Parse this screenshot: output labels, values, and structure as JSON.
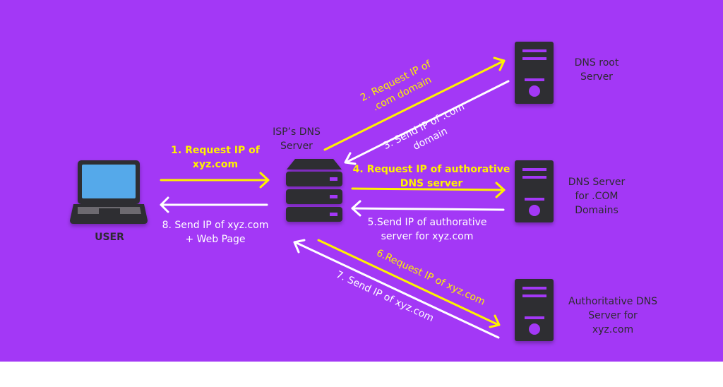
{
  "diagram": {
    "title": "DNS resolution flow",
    "colors": {
      "background": "#a338f6",
      "icon": "#2f2d31",
      "request_arrow": "#fff200",
      "response_arrow": "#ffffff",
      "screen": "#55a9ea"
    },
    "nodes": {
      "user": {
        "label": "USER",
        "icon": "laptop-icon"
      },
      "isp": {
        "label_line1": "ISP’s DNS",
        "label_line2": "Server",
        "icon": "server-rack-icon"
      },
      "root": {
        "label_line1": "DNS root",
        "label_line2": "Server",
        "icon": "server-tower-icon"
      },
      "com": {
        "label_line1": "DNS Server",
        "label_line2": "for .COM",
        "label_line3": "Domains",
        "icon": "server-tower-icon"
      },
      "auth": {
        "label_line1": "Authoritative DNS",
        "label_line2": "Server for",
        "label_line3": "xyz.com",
        "icon": "server-tower-icon"
      }
    },
    "steps": [
      {
        "line1": "1. Request IP of",
        "line2": "xyz.com",
        "type": "request"
      },
      {
        "line1": "2. Request IP of",
        "line2": ".com domain",
        "type": "request"
      },
      {
        "line1": "3. Send IP of .com",
        "line2": "domain",
        "type": "response"
      },
      {
        "line1": "4. Request IP of authorative",
        "line2": "DNS server",
        "type": "request"
      },
      {
        "line1": "5.Send IP of authorative",
        "line2": "server for xyz.com",
        "type": "response"
      },
      {
        "line1": "6.Request IP of xyz.com",
        "type": "request"
      },
      {
        "line1": "7. Send IP of xyz.com",
        "type": "response"
      },
      {
        "line1": "8. Send IP of xyz.com",
        "line2": "+ Web Page",
        "type": "response"
      }
    ]
  }
}
